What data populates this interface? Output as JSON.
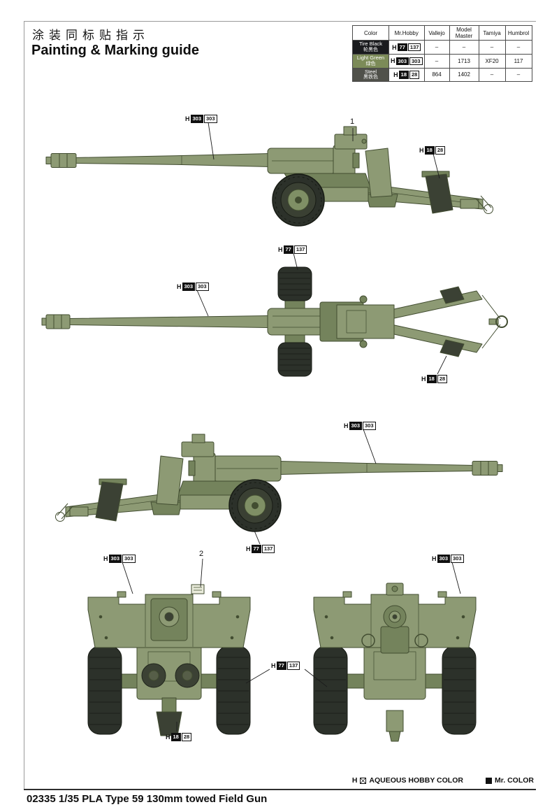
{
  "header": {
    "title_cn": "涂装同标贴指示",
    "title_en": "Painting & Marking guide"
  },
  "color_table": {
    "prefix": "H",
    "headers": [
      "Color",
      "Mr.Hobby",
      "Vallejo",
      "Model Master",
      "Tamiya",
      "Humbrol"
    ],
    "rows": [
      {
        "name": "Tire Black",
        "name_cn": "轮黑色",
        "swatch": "#1a1b1e",
        "aqueous": "77",
        "mr_color": "137",
        "vallejo": "–",
        "model_master": "–",
        "tamiya": "–",
        "humbrol": "–"
      },
      {
        "name": "Light Green",
        "name_cn": "绿色",
        "swatch": "#7c8b58",
        "aqueous": "303",
        "mr_color": "303",
        "vallejo": "–",
        "model_master": "1713",
        "tamiya": "XF20",
        "humbrol": "117"
      },
      {
        "name": "Steel",
        "name_cn": "黑铁色",
        "swatch": "#50514a",
        "aqueous": "18",
        "mr_color": "28",
        "vallejo": "864",
        "model_master": "1402",
        "tamiya": "–",
        "humbrol": "–"
      }
    ]
  },
  "markers": {
    "one": "1",
    "two": "2"
  },
  "callouts": [
    {
      "prefix": "H",
      "aqueous": "303",
      "mr_color": "303"
    },
    {
      "prefix": "H",
      "aqueous": "18",
      "mr_color": "28"
    },
    {
      "prefix": "H",
      "aqueous": "77",
      "mr_color": "137"
    },
    {
      "prefix": "H",
      "aqueous": "303",
      "mr_color": "303"
    },
    {
      "prefix": "H",
      "aqueous": "18",
      "mr_color": "28"
    },
    {
      "prefix": "H",
      "aqueous": "303",
      "mr_color": "303"
    },
    {
      "prefix": "H",
      "aqueous": "77",
      "mr_color": "137"
    },
    {
      "prefix": "H",
      "aqueous": "303",
      "mr_color": "303"
    },
    {
      "prefix": "H",
      "aqueous": "303",
      "mr_color": "303"
    },
    {
      "prefix": "H",
      "aqueous": "77",
      "mr_color": "137"
    },
    {
      "prefix": "H",
      "aqueous": "18",
      "mr_color": "28"
    }
  ],
  "footer": {
    "legend_prefix": "H",
    "legend_aqueous": "AQUEOUS HOBBY COLOR",
    "legend_mr_color": "Mr. COLOR",
    "product_title": "02335 1/35 PLA Type 59 130mm towed Field Gun"
  },
  "colors": {
    "gun_green": "#8d9a74",
    "gun_green_dark": "#74835c",
    "outline": "#424d31",
    "tire_black": "#2c312a",
    "steel_dark": "#3b4134"
  }
}
